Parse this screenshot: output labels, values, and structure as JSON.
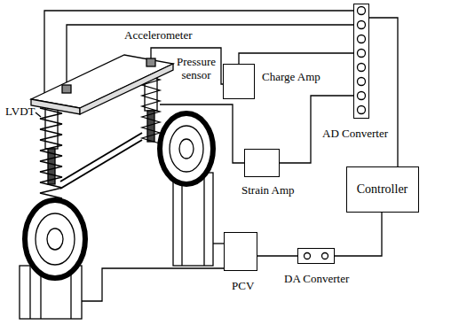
{
  "diagram": {
    "nodes": [
      {
        "text": [
          "Charge Amp"
        ]
      },
      {
        "text": [
          "AD Converter"
        ]
      },
      {
        "text": [
          "Strain Amp"
        ]
      },
      {
        "text": [
          "Controller"
        ]
      },
      {
        "text": [
          "PCV"
        ]
      },
      {
        "text": [
          "DA Converter"
        ]
      }
    ],
    "edges": [
      {
        "from": 0,
        "to": 1,
        "arrow": "none"
      },
      {
        "from": 2,
        "to": 1,
        "arrow": "none"
      },
      {
        "from": 1,
        "to": 3,
        "arrow": "none"
      },
      {
        "from": 3,
        "to": 5,
        "arrow": "none"
      },
      {
        "from": 5,
        "to": 4,
        "arrow": "none"
      }
    ],
    "labels": [
      "Accelerometer",
      "Pressure sensor",
      "LVDT"
    ]
  }
}
